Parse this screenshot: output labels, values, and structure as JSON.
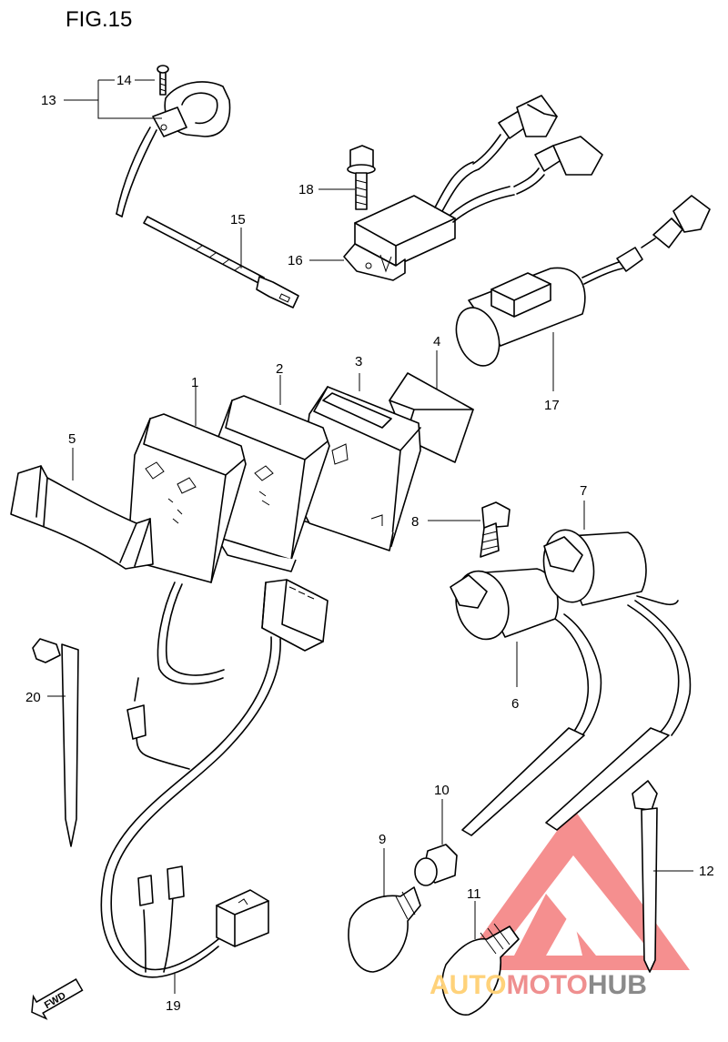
{
  "figure": {
    "title": "FIG.15"
  },
  "parts": [
    {
      "num": "1"
    },
    {
      "num": "2"
    },
    {
      "num": "3"
    },
    {
      "num": "4"
    },
    {
      "num": "5"
    },
    {
      "num": "6"
    },
    {
      "num": "7"
    },
    {
      "num": "8"
    },
    {
      "num": "9"
    },
    {
      "num": "10"
    },
    {
      "num": "11"
    },
    {
      "num": "12"
    },
    {
      "num": "13"
    },
    {
      "num": "14"
    },
    {
      "num": "15"
    },
    {
      "num": "16"
    },
    {
      "num": "17"
    },
    {
      "num": "18"
    },
    {
      "num": "19"
    },
    {
      "num": "20"
    }
  ],
  "direction_marker": {
    "text": "FWD",
    "icon": "forward-arrow-icon"
  },
  "watermark": {
    "part1": "AUTO",
    "part2": "MOTO",
    "part3": "HUB",
    "colors": [
      "#ffd27a",
      "#ef8f8f",
      "#8a8a8a"
    ],
    "logo_color": "#f26a6a"
  }
}
